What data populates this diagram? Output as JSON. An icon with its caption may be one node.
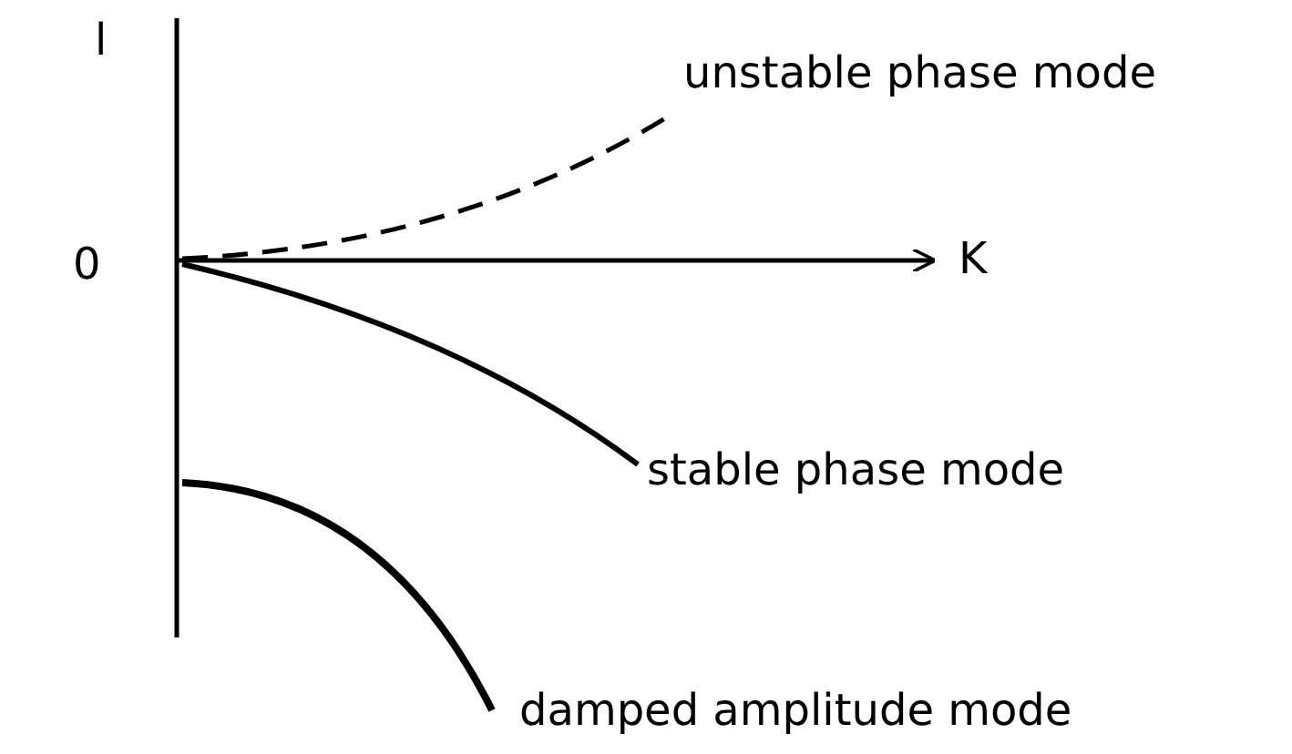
{
  "diagram": {
    "labels": [
      "l",
      "0",
      "K",
      "unstable phase mode",
      "stable phase mode",
      "damped amplitude mode"
    ]
  }
}
